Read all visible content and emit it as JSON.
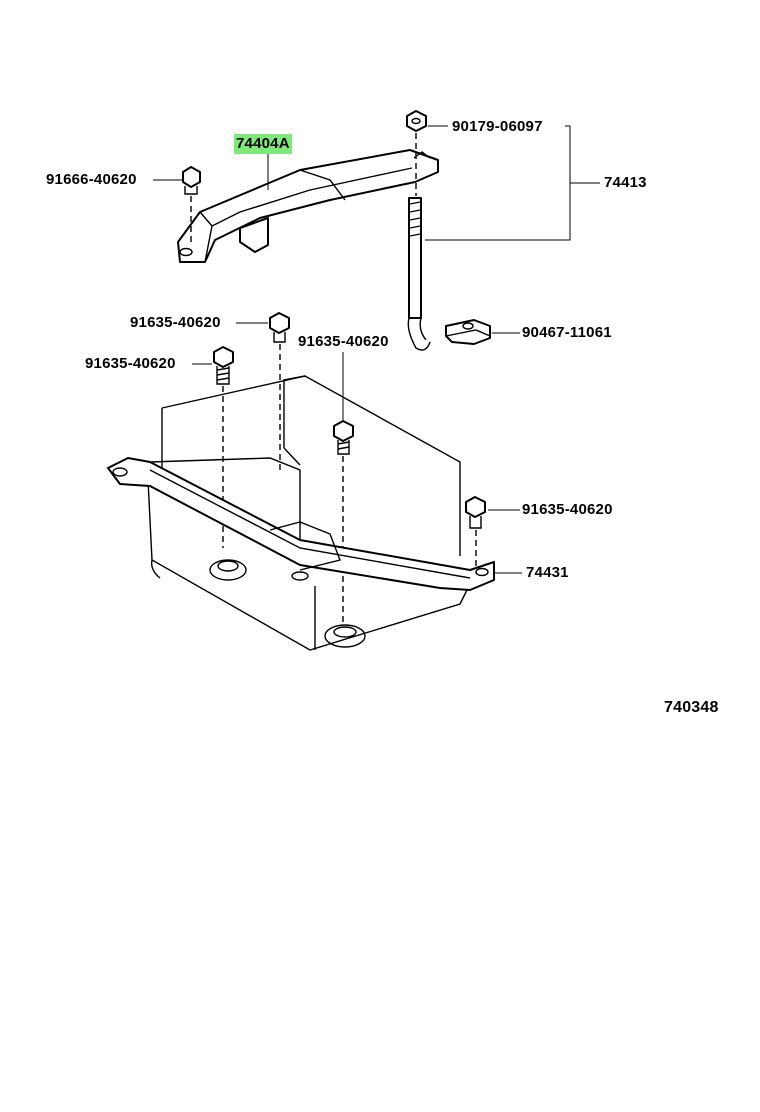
{
  "labels": {
    "p74404A": "74404A",
    "p90179": "90179-06097",
    "p74413": "74413",
    "p91666": "91666-40620",
    "p91635_a": "91635-40620",
    "p91635_b": "91635-40620",
    "p91635_c": "91635-40620",
    "p91635_d": "91635-40620",
    "p90467": "90467-11061",
    "p74431": "74431",
    "ref": "740348"
  },
  "colors": {
    "highlight": "#7fe87a",
    "line": "#000000",
    "background": "#ffffff"
  }
}
